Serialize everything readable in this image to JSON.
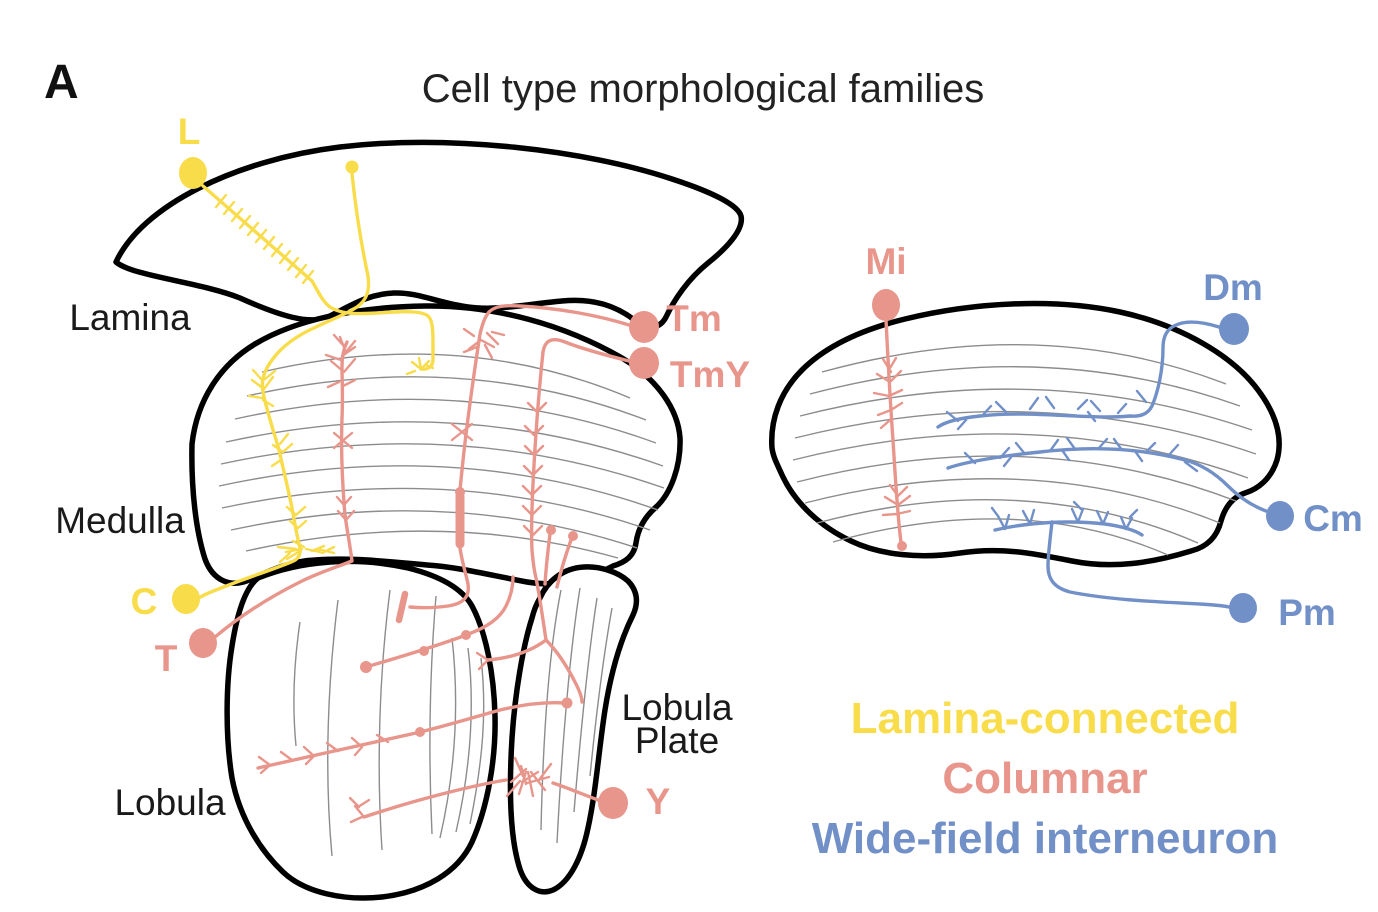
{
  "panel": "A",
  "title": "Cell type morphological families",
  "regions": {
    "lamina": "Lamina",
    "medulla": "Medulla",
    "lobula": "Lobula",
    "lobula_plate": [
      "Lobula",
      "Plate"
    ]
  },
  "cells": {
    "L": "L",
    "C": "C",
    "T": "T",
    "Tm": "Tm",
    "TmY": "TmY",
    "Y": "Y",
    "Mi": "Mi",
    "Dm": "Dm",
    "Cm": "Cm",
    "Pm": "Pm"
  },
  "legend": {
    "items": [
      {
        "label": "Lamina-connected",
        "family": "lamina_connected"
      },
      {
        "label": "Columnar",
        "family": "columnar"
      },
      {
        "label": "Wide-field interneuron",
        "family": "wide_field"
      }
    ]
  },
  "colors": {
    "lamina_connected": "#F8DC4A",
    "columnar": "#E8958B",
    "wide_field": "#7290C8",
    "outline": "#000000",
    "layer_line": "#8C8C8C",
    "text": "#1A1A1A"
  }
}
